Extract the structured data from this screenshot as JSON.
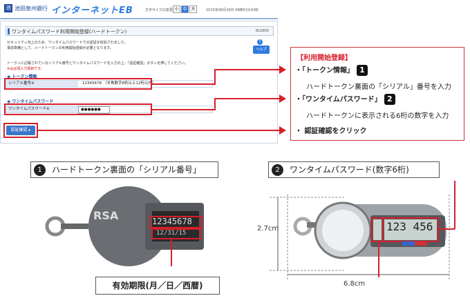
{
  "header": {
    "bank": "池田泉州銀行",
    "service": "インターネットEB",
    "font_size_label": "文字サイズの変更",
    "font_sizes": [
      "小",
      "中",
      "大"
    ],
    "datetime": "2015年08月29日 09時53分43秒"
  },
  "page": {
    "title": "ワンタイムパスワード利用開始登録(ハードトークン)",
    "code": "BL0800",
    "intro1": "セキュリティ向上のため、ワンタイムパスワードでの認証が追加されました。",
    "intro2": "事前準備として、ハードトークンの利用開始登録が必要となります。",
    "help": "ヘルプ",
    "instruction": "トークンに記載されているシリアル番号とワンタイムパスワードを入力の上、「認証確認」ボタンを押してください。",
    "required": "※は必須入力項目です。",
    "token_section": "トークン情報",
    "serial_label": "シリアル番号※",
    "serial_value": "12345678",
    "serial_hint": "（半角数字8桁以上12桁以内）",
    "otp_section": "ワンタイムパスワード",
    "otp_label": "ワンタイムパスワード※",
    "otp_value": "●●●●●●",
    "confirm_button": "認証確認 ▸"
  },
  "callout": {
    "title": "【利用開始登録】",
    "item1": "・「トークン情報」",
    "num1": "1",
    "item1_desc": "ハードトークン裏面の「シリアル」番号を入力",
    "item2": "・「ワンタイムパスワード」",
    "num2": "2",
    "item2_desc": "ハードトークンに表示される6桁の数字を入力",
    "item3": "・ 認証確認をクリック"
  },
  "token_back": {
    "num": "1",
    "heading": "ハードトークン裏面の「シリアル番号」",
    "brand": "RSA",
    "serial": "12345678",
    "expiry": "12/31/15",
    "caption": "有効期限(月／日／西暦)"
  },
  "token_front": {
    "num": "2",
    "heading": "ワンタイムパスワード(数字6桁)",
    "display": "123 456",
    "height": "2.7cm",
    "width": "6.8cm"
  }
}
